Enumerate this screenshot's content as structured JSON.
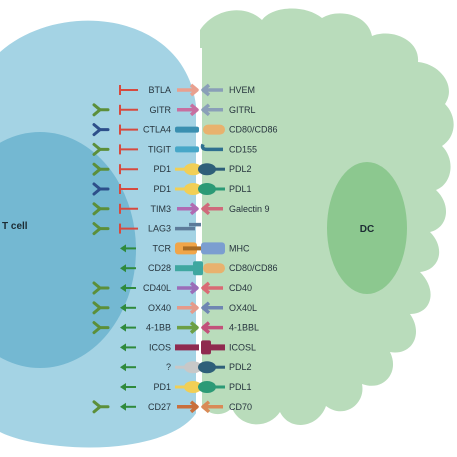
{
  "labels": {
    "tcell": "T cell",
    "dc": "DC"
  },
  "colors": {
    "tcell_outer": "#a4d3e4",
    "tcell_inner": "#74b8d2",
    "dc_body": "#b9dcbb",
    "dc_nucleus": "#8cc88f",
    "inhibitory": "#d64a3f",
    "stimulatory": "#2f8a3c",
    "antibody_green": "#5c8f3a",
    "antibody_blue": "#2d4f8a"
  },
  "pairs": [
    {
      "t": "BTLA",
      "d": "HVEM",
      "signal": "inhibit",
      "antibody": "",
      "tshape": "ylong",
      "tcolor": "#e9a08f",
      "dshape": "chevron",
      "dcolor": "#8a9fb8"
    },
    {
      "t": "GITR",
      "d": "GITRL",
      "signal": "inhibit",
      "antibody": "green",
      "tshape": "ylong",
      "tcolor": "#c76fa0",
      "dshape": "chevron",
      "dcolor": "#8a9fb8"
    },
    {
      "t": "CTLA4",
      "d": "CD80/CD86",
      "signal": "inhibit",
      "antibody": "blue",
      "tshape": "bar",
      "tcolor": "#3a8fb0",
      "dshape": "pill",
      "dcolor": "#e8b26e"
    },
    {
      "t": "TIGIT",
      "d": "CD155",
      "signal": "inhibit",
      "antibody": "green",
      "tshape": "bar",
      "tcolor": "#47a7c8",
      "dshape": "hook",
      "dcolor": "#2f6f8f"
    },
    {
      "t": "PD1",
      "d": "PDL2",
      "signal": "inhibit",
      "antibody": "green",
      "tshape": "blob",
      "tcolor": "#f1cf56",
      "dshape": "blob",
      "dcolor": "#2e5f79"
    },
    {
      "t": "PD1",
      "d": "PDL1",
      "signal": "inhibit",
      "antibody": "blue",
      "tshape": "blob",
      "tcolor": "#f1cf56",
      "dshape": "blob",
      "dcolor": "#2c9a76"
    },
    {
      "t": "TIM3",
      "d": "Galectin 9",
      "signal": "inhibit",
      "antibody": "green",
      "tshape": "chevron",
      "tcolor": "#b06ab2",
      "dshape": "chevron",
      "dcolor": "#cf6a7b"
    },
    {
      "t": "LAG3",
      "d": "",
      "signal": "inhibit",
      "antibody": "green",
      "tshape": "lag3",
      "tcolor": "#5d7b9a",
      "dshape": "none",
      "dcolor": "#ffffff"
    },
    {
      "t": "TCR",
      "d": "MHC",
      "signal": "stimulate",
      "antibody": "",
      "tshape": "tcr",
      "tcolor": "#f0a548",
      "dshape": "mhc",
      "dcolor": "#7b9ed0"
    },
    {
      "t": "CD28",
      "d": "CD80/CD86",
      "signal": "stimulate",
      "antibody": "",
      "tshape": "cd28",
      "tcolor": "#3fa7a0",
      "dshape": "pill",
      "dcolor": "#e8b26e"
    },
    {
      "t": "CD40L",
      "d": "CD40",
      "signal": "stimulate",
      "antibody": "green",
      "tshape": "chevron",
      "tcolor": "#9b6db8",
      "dshape": "chevron",
      "dcolor": "#d96a74"
    },
    {
      "t": "OX40",
      "d": "OX40L",
      "signal": "stimulate",
      "antibody": "green",
      "tshape": "chevron",
      "tcolor": "#e59a8a",
      "dshape": "chevron",
      "dcolor": "#6f86b2"
    },
    {
      "t": "4-1BB",
      "d": "4-1BBL",
      "signal": "stimulate",
      "antibody": "green",
      "tshape": "chevron",
      "tcolor": "#6c9f45",
      "dshape": "chevron",
      "dcolor": "#c2517a"
    },
    {
      "t": "ICOS",
      "d": "ICOSL",
      "signal": "stimulate",
      "antibody": "",
      "tshape": "icos",
      "tcolor": "#8f2a4f",
      "dshape": "icosl",
      "dcolor": "#8f2a4f"
    },
    {
      "t": "?",
      "d": "PDL2",
      "signal": "stimulate",
      "antibody": "",
      "tshape": "blob",
      "tcolor": "#c8c8c8",
      "dshape": "blob",
      "dcolor": "#2e5f79"
    },
    {
      "t": "PD1",
      "d": "PDL1",
      "signal": "stimulate",
      "antibody": "",
      "tshape": "blob",
      "tcolor": "#f1cf56",
      "dshape": "blob",
      "dcolor": "#2c9a76"
    },
    {
      "t": "CD27",
      "d": "CD70",
      "signal": "stimulate",
      "antibody": "green",
      "tshape": "chevron",
      "tcolor": "#c96f3d",
      "dshape": "chevron",
      "dcolor": "#d98a56"
    }
  ]
}
